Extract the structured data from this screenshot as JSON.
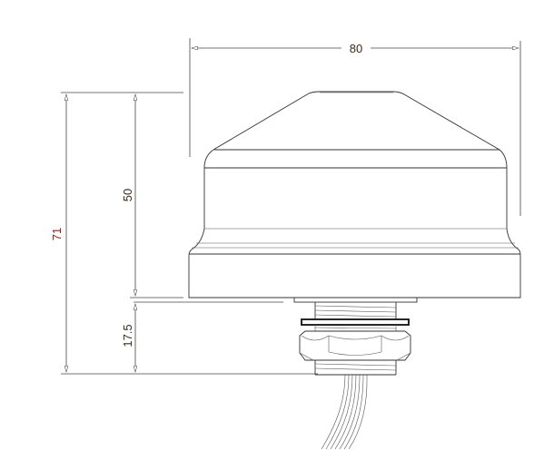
{
  "dimensions": {
    "width": "80",
    "upper_height": "50",
    "total_height": "71",
    "thread_height": "17.5"
  },
  "colors": {
    "line": "#333333",
    "label": "#3a2a1a",
    "total_height_label": "#7a2a1a"
  }
}
